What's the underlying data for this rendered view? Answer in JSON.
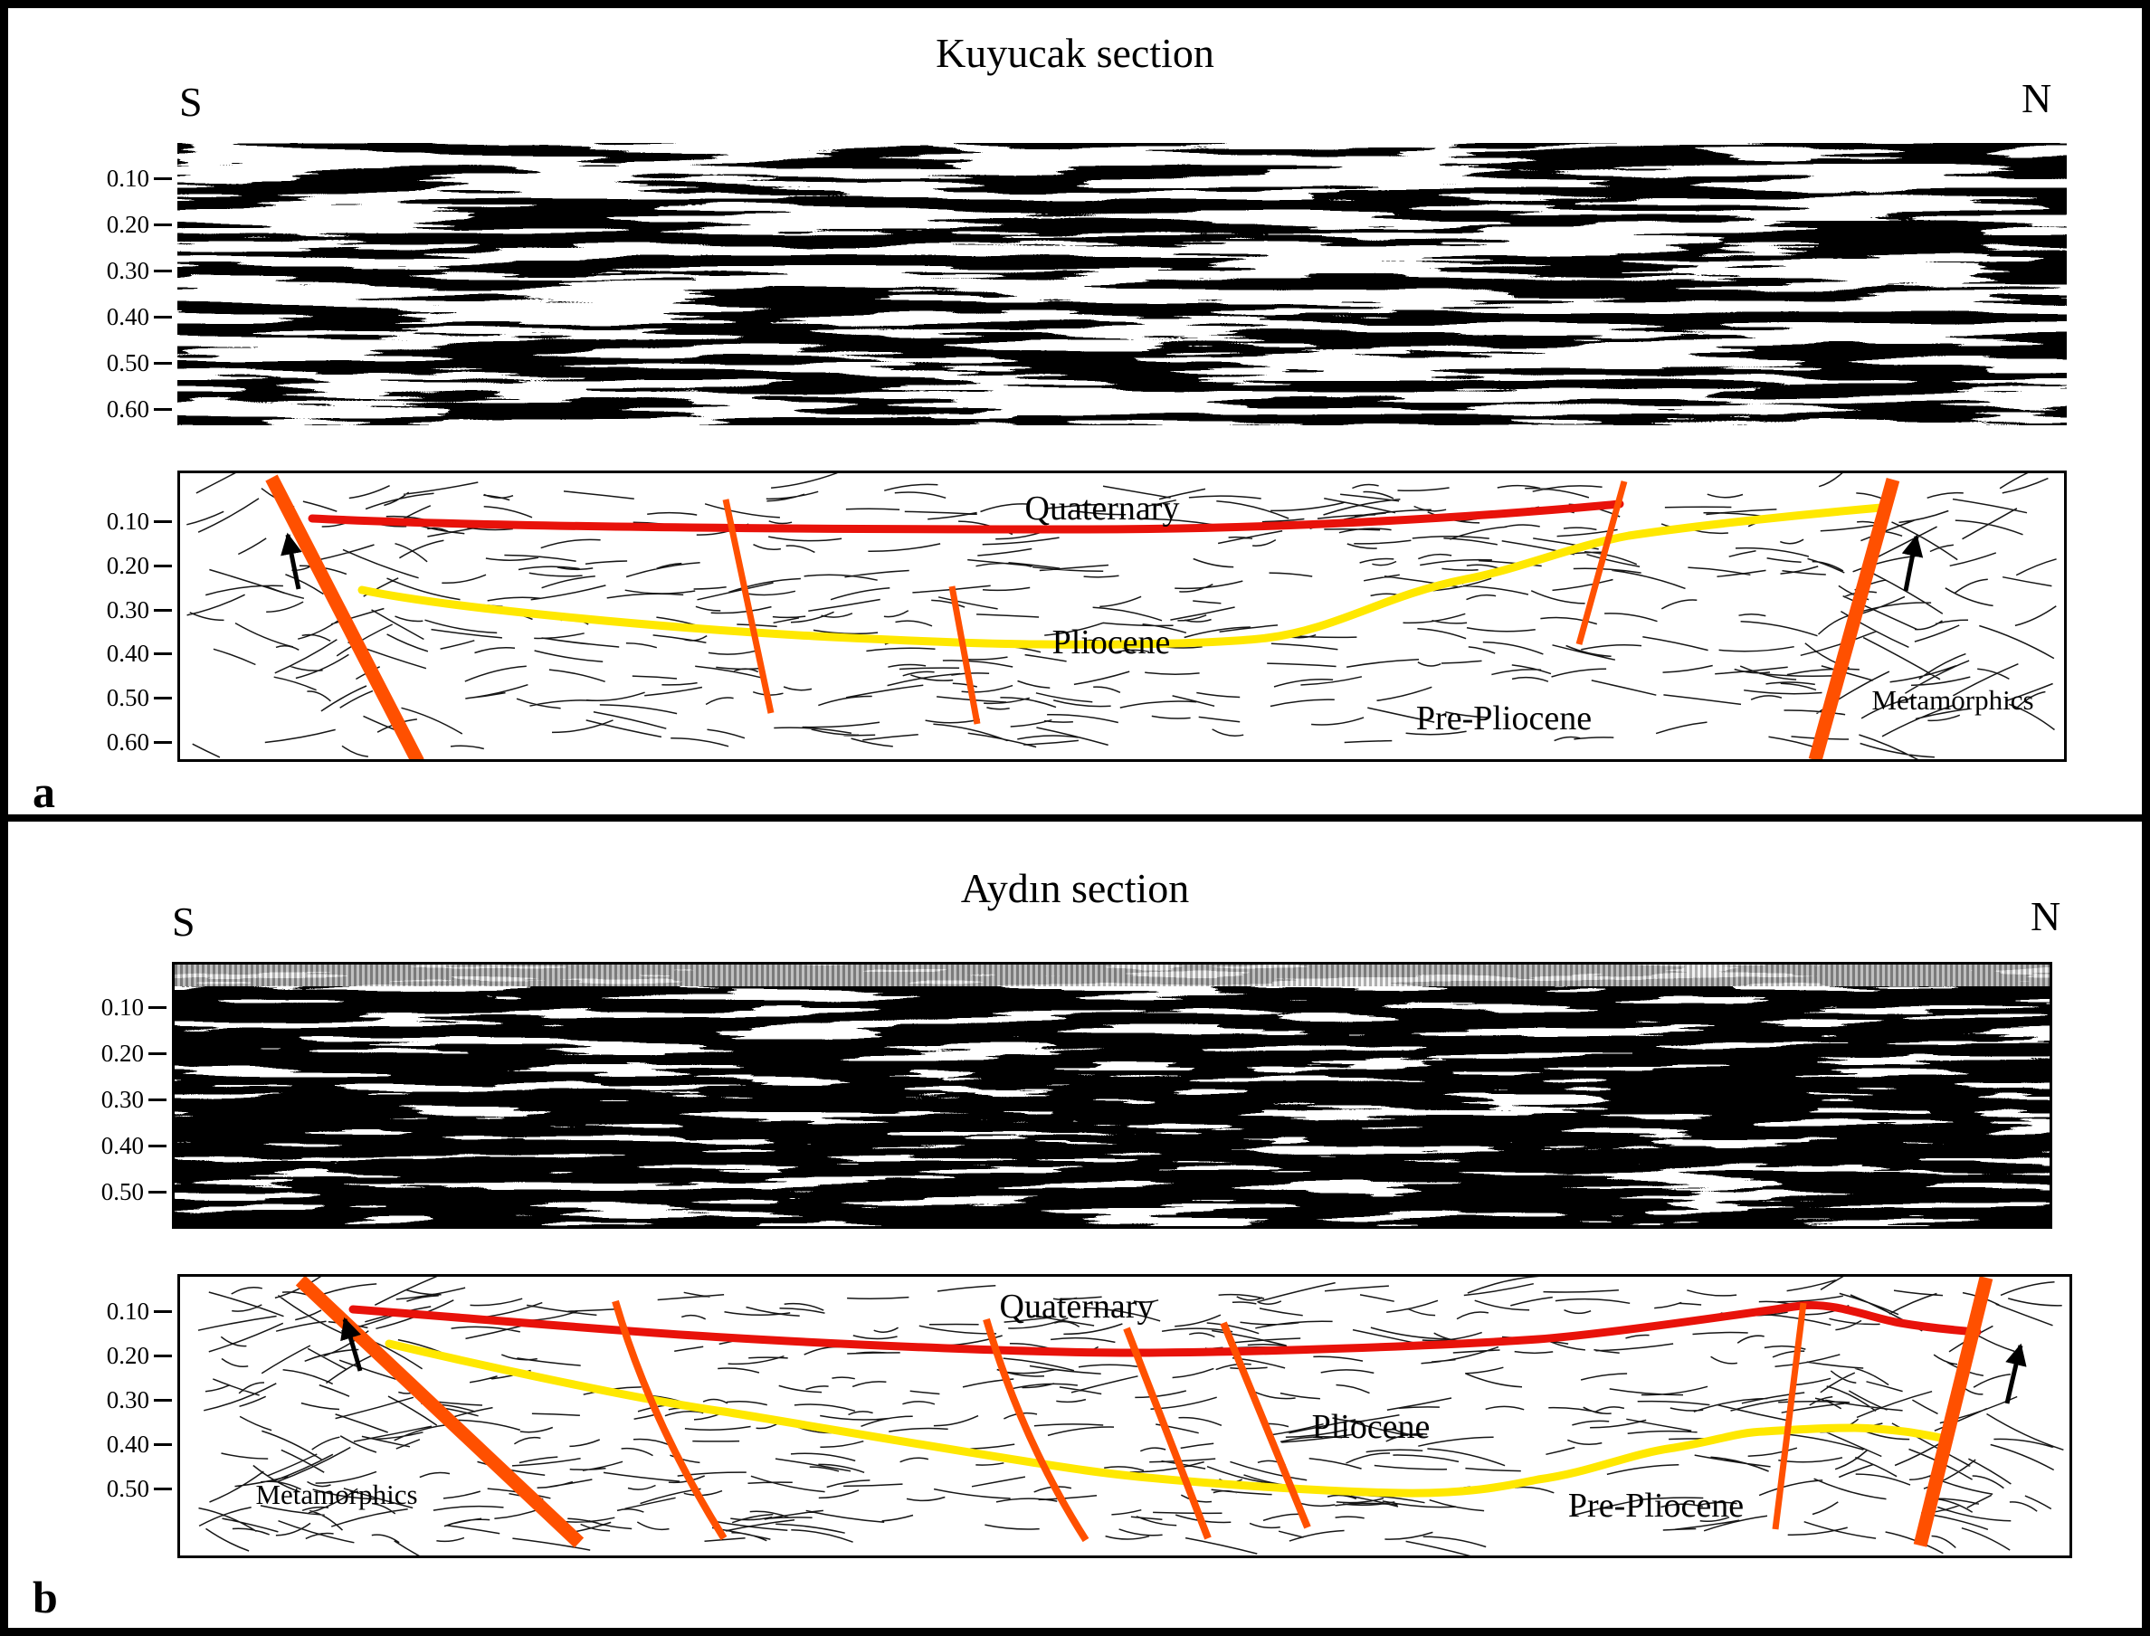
{
  "colors": {
    "quaternary_horizon_red": "#e8120a",
    "pliocene_horizon_yellow": "#ffe800",
    "fault_orange": "#ff5000",
    "line_drawing": "#161616"
  },
  "panel_a": {
    "panel_label": "a",
    "title": "Kuyucak section",
    "south_label": "S",
    "north_label": "N",
    "seismic_depth_ticks": [
      "0.10",
      "0.20",
      "0.30",
      "0.40",
      "0.50",
      "0.60"
    ],
    "interp_depth_ticks": [
      "0.10",
      "0.20",
      "0.30",
      "0.40",
      "0.50",
      "0.60"
    ],
    "unit_labels": {
      "quaternary": "Quaternary",
      "pliocene": "Pliocene",
      "pre_pliocene": "Pre-Pliocene",
      "metamorphics": "Metamorphics"
    }
  },
  "panel_b": {
    "panel_label": "b",
    "title": "Aydın section",
    "south_label": "S",
    "north_label": "N",
    "seismic_depth_ticks": [
      "0.10",
      "0.20",
      "0.30",
      "0.40",
      "0.50"
    ],
    "interp_depth_ticks": [
      "0.10",
      "0.20",
      "0.30",
      "0.40",
      "0.50"
    ],
    "unit_labels": {
      "quaternary": "Quaternary",
      "pliocene": "Pliocene",
      "pre_pliocene": "Pre-Pliocene",
      "metamorphics": "Metamorphics"
    }
  }
}
